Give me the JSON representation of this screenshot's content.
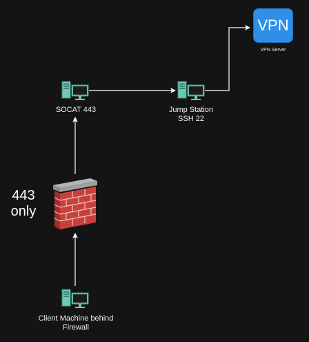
{
  "nodes": {
    "socat": {
      "label": "SOCAT 443"
    },
    "jump": {
      "label_line1": "Jump Station",
      "label_line2": "SSH 22"
    },
    "vpn": {
      "icon_text": "VPN",
      "caption": "VPN Server"
    },
    "client": {
      "label_line1": "Client Machine behind",
      "label_line2": "Firewall"
    },
    "firewall": {
      "label_line1": "443",
      "label_line2": "only"
    }
  },
  "colors": {
    "background": "#141414",
    "connector": "#ffffff",
    "computer_icon": "#6ec9b7",
    "vpn_blue": "#2f8fe6",
    "firewall_brick": "#c9403a",
    "firewall_top": "#9a9a9a"
  },
  "edges": [
    {
      "from": "client",
      "to": "firewall"
    },
    {
      "from": "firewall",
      "to": "socat"
    },
    {
      "from": "socat",
      "to": "jump"
    },
    {
      "from": "jump",
      "to": "vpn"
    }
  ]
}
